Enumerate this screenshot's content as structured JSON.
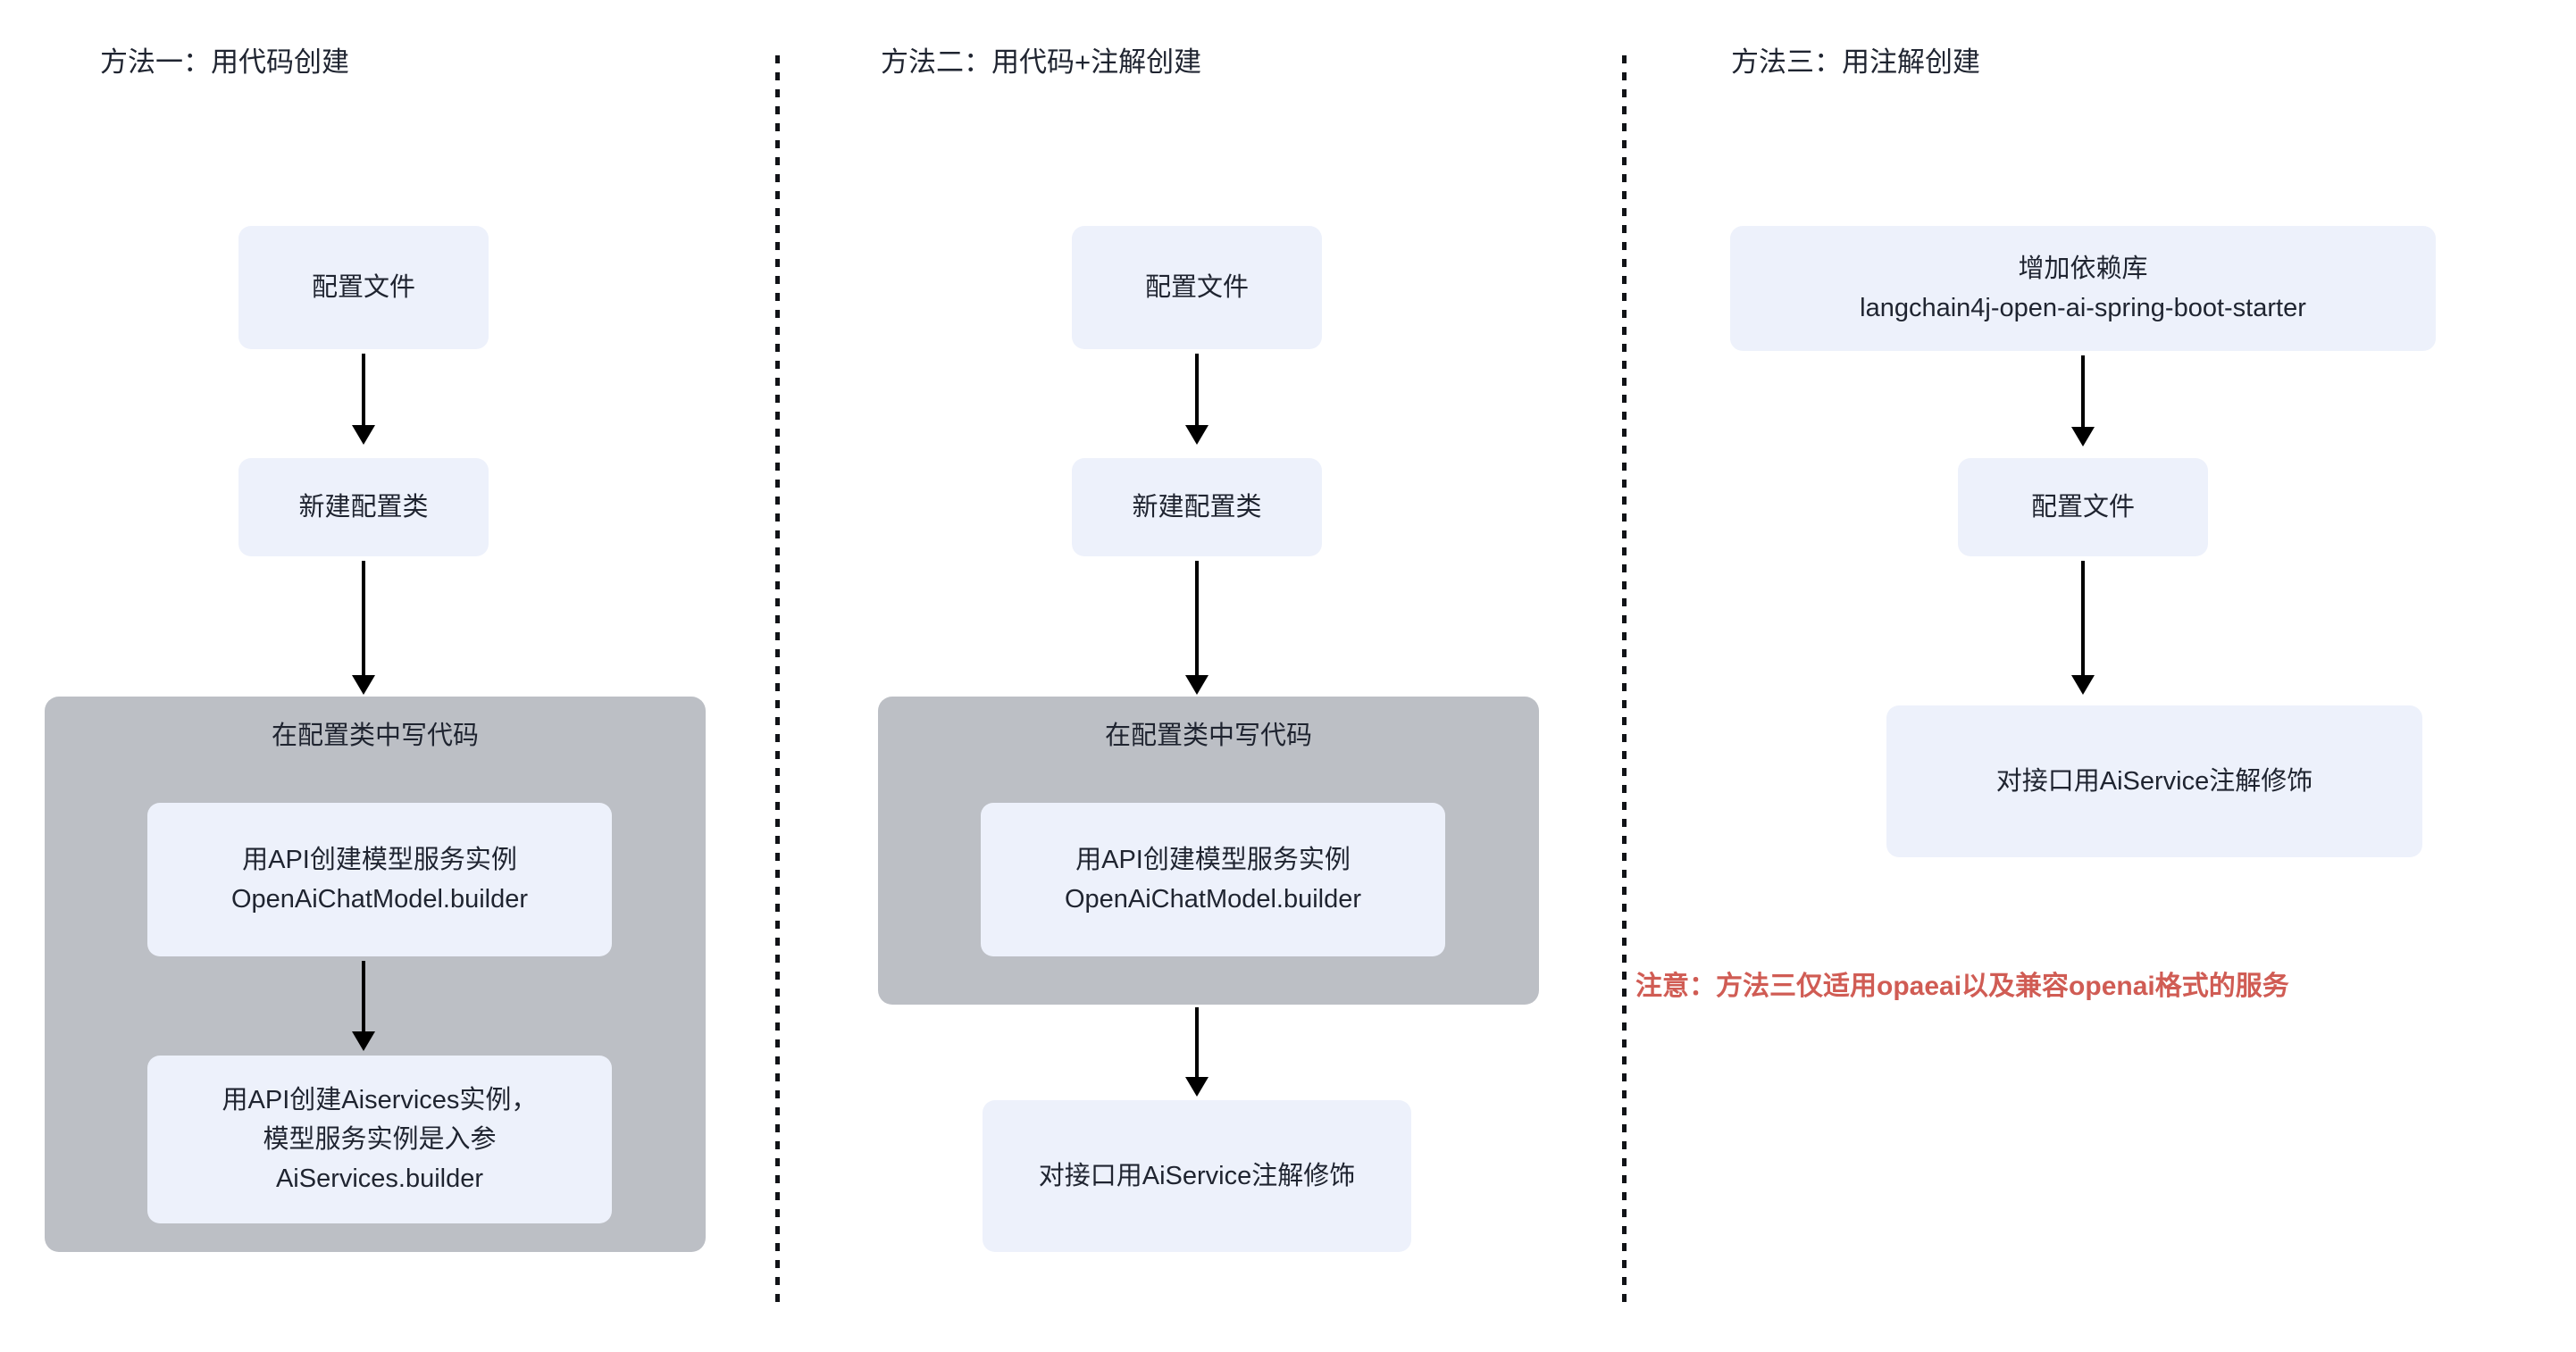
{
  "diagram": {
    "title_column_1": "方法一：用代码创建",
    "title_column_2": "方法二：用代码+注解创建",
    "title_column_3": "方法三：用注解创建",
    "colors": {
      "node_fill": "#edf1fb",
      "group_fill": "#bcbfc5",
      "text": "#1f2430",
      "arrow": "#000000",
      "warning": "#d05c54",
      "divider": "#111317",
      "background": "#ffffff"
    }
  },
  "columns": [
    {
      "title": "方法一：用代码创建",
      "nodes": [
        {
          "label": "配置文件"
        },
        {
          "label": "新建配置类"
        }
      ],
      "group": {
        "title": "在配置类中写代码",
        "nodes": [
          {
            "label": "用API创建模型服务实例\nOpenAiChatModel.builder"
          },
          {
            "label": "用API创建Aiservices实例，\n模型服务实例是入参\nAiServices.builder"
          }
        ]
      }
    },
    {
      "title": "方法二：用代码+注解创建",
      "nodes": [
        {
          "label": "配置文件"
        },
        {
          "label": "新建配置类"
        }
      ],
      "group": {
        "title": "在配置类中写代码",
        "nodes": [
          {
            "label": "用API创建模型服务实例\nOpenAiChatModel.builder"
          }
        ]
      },
      "after_group_nodes": [
        {
          "label": "对接口用AiService注解修饰"
        }
      ]
    },
    {
      "title": "方法三：用注解创建",
      "nodes": [
        {
          "label": "增加依赖库\nlangchain4j-open-ai-spring-boot-starter"
        },
        {
          "label": "配置文件"
        },
        {
          "label": "对接口用AiService注解修饰"
        }
      ],
      "note": "注意：方法三仅适用opaeai以及兼容openai格式的服务"
    }
  ]
}
